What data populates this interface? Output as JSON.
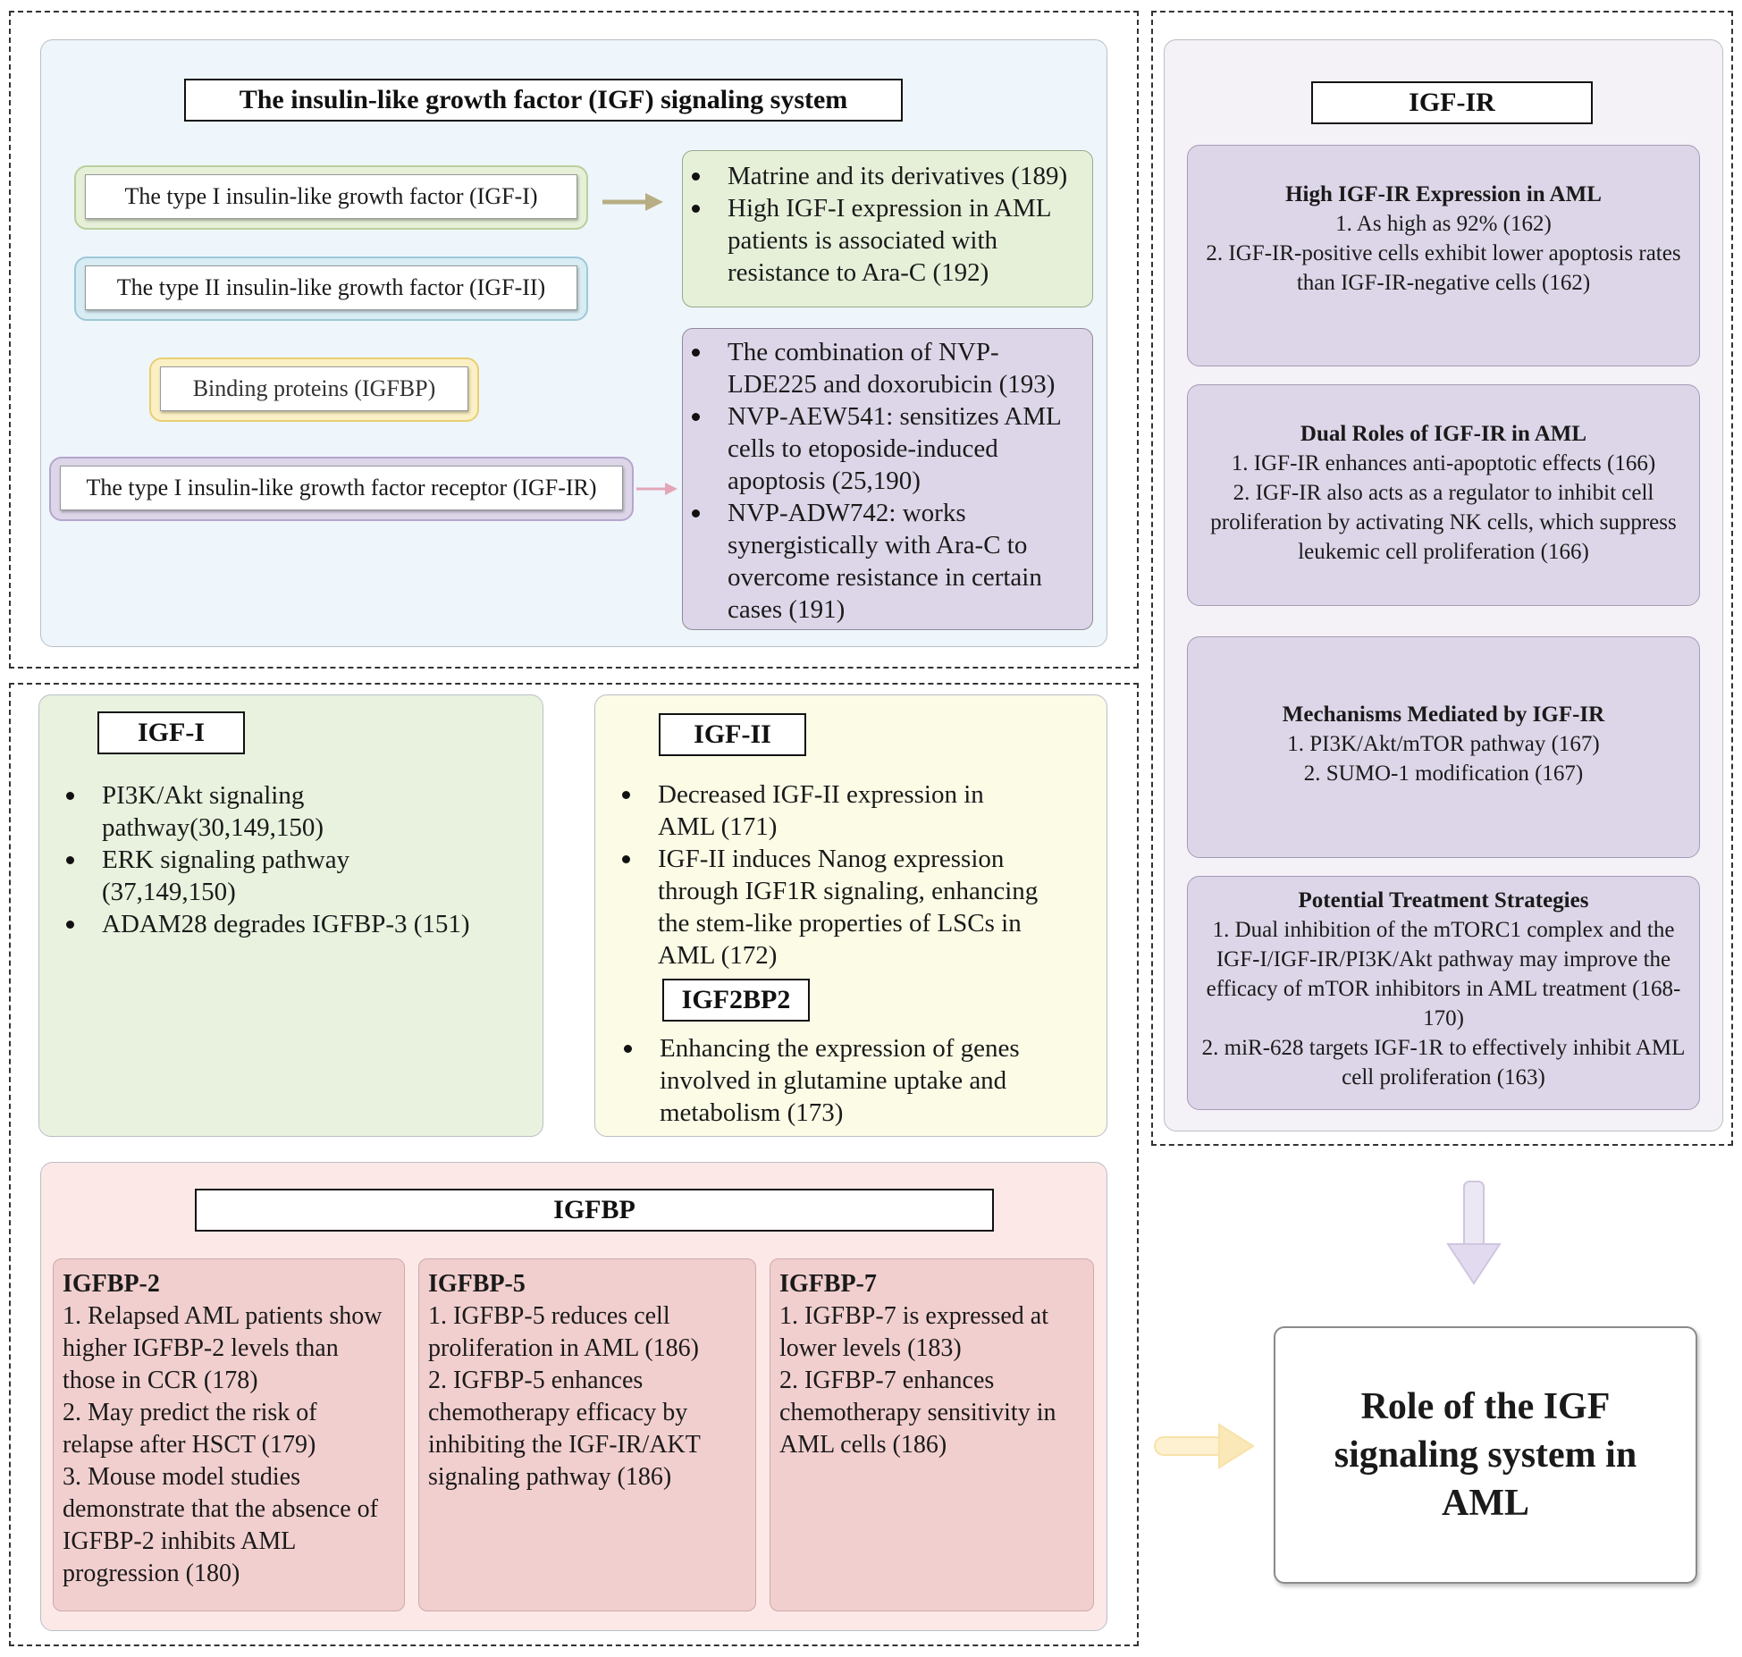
{
  "igf_system": {
    "title": "The insulin-like growth factor (IGF) signaling system",
    "components": [
      "The type I insulin-like growth factor (IGF-I)",
      "The type II insulin-like growth factor (IGF-II)",
      "Binding proteins (IGFBP)",
      "The type I insulin-like growth factor receptor (IGF-IR)"
    ],
    "igf1_notes": [
      "Matrine and its derivatives (189)",
      "High IGF-I expression in AML patients is associated with resistance to Ara-C (192)"
    ],
    "igfir_notes": [
      "The combination of NVP-LDE225 and doxorubicin (193)",
      "NVP-AEW541: sensitizes AML cells to etoposide-induced apoptosis (25,190)",
      "NVP-ADW742: works synergistically with Ara-C to overcome resistance in certain cases (191)"
    ]
  },
  "igf1": {
    "title": "IGF-I",
    "items": [
      "PI3K/Akt signaling pathway(30,149,150)",
      "ERK signaling pathway (37,149,150)",
      "ADAM28 degrades IGFBP-3 (151)"
    ]
  },
  "igf2": {
    "title": "IGF-II",
    "items": [
      "Decreased IGF-II expression in AML (171)",
      "IGF-II induces Nanog expression through IGF1R signaling, enhancing the stem-like properties of LSCs in AML (172)"
    ],
    "sub_title": "IGF2BP2",
    "sub_items": [
      "Enhancing the expression of genes involved in glutamine uptake and metabolism (173)"
    ]
  },
  "igfbp": {
    "title": "IGFBP",
    "cards": [
      {
        "title": "IGFBP-2",
        "lines": [
          "1. Relapsed AML patients show higher IGFBP-2 levels than those in CCR (178)",
          "2. May predict the risk of relapse after HSCT (179)",
          "3. Mouse model studies demonstrate that the absence of IGFBP-2 inhibits AML progression (180)"
        ]
      },
      {
        "title": "IGFBP-5",
        "lines": [
          "1. IGFBP-5 reduces cell proliferation in AML (186)",
          "2. IGFBP-5 enhances chemotherapy efficacy by inhibiting the IGF-IR/AKT signaling pathway (186)"
        ]
      },
      {
        "title": "IGFBP-7",
        "lines": [
          "1. IGFBP-7 is expressed at lower levels (183)",
          "2. IGFBP-7 enhances chemotherapy sensitivity in AML cells (186)"
        ]
      }
    ]
  },
  "igfir": {
    "title": "IGF-IR",
    "sections": [
      {
        "title": "High IGF-IR Expression in AML",
        "lines": [
          "1. As high as 92% (162)",
          "2. IGF-IR-positive cells exhibit lower apoptosis rates than IGF-IR-negative cells (162)"
        ]
      },
      {
        "title": "Dual Roles of IGF-IR in AML",
        "lines": [
          "1. IGF-IR enhances anti-apoptotic effects (166)",
          "2. IGF-IR also acts as a regulator to inhibit cell proliferation by activating NK cells, which suppress leukemic cell proliferation (166)"
        ]
      },
      {
        "title": "Mechanisms Mediated by IGF-IR",
        "lines": [
          "1.  PI3K/Akt/mTOR pathway (167)",
          "2.  SUMO-1 modification (167)"
        ]
      },
      {
        "title": "Potential Treatment Strategies",
        "lines": [
          "1. Dual inhibition of the mTORC1 complex and the IGF-I/IGF-IR/PI3K/Akt pathway may improve the efficacy of mTOR inhibitors in AML treatment (168-170)",
          "2. miR-628 targets IGF-1R to effectively inhibit AML cell proliferation (163)"
        ]
      }
    ]
  },
  "conclusion": {
    "text": "Role of the IGF signaling system in AML"
  },
  "colors": {
    "top_panel_bg": "#eef6fb",
    "green": "#e6f0d9",
    "blue": "#d8ecf3",
    "yellow": "#fbf0c4",
    "lavender": "#ddd6e8",
    "cream": "#fbfbe6",
    "pink_panel": "#fde8e8",
    "pink_card": "#f2cfcf",
    "right_panel_bg": "#f4f1f7"
  }
}
